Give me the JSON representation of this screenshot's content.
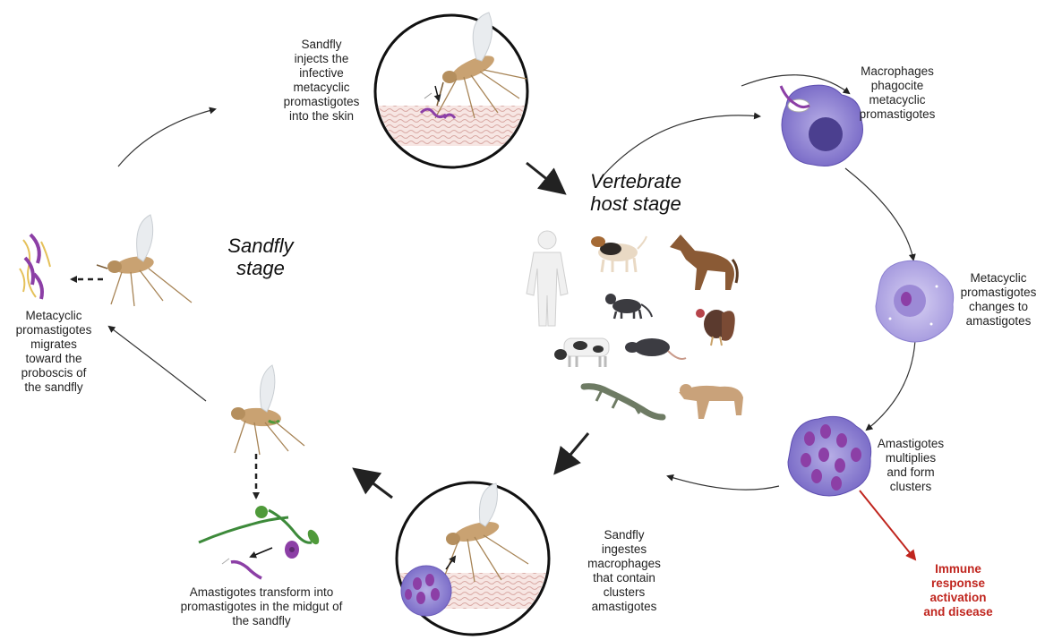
{
  "stages": {
    "sandfly": "Sandfly\nstage",
    "vertebrate": "Vertebrate\nhost stage"
  },
  "labels": {
    "inject": "Sandfly\ninjects the\ninfective\nmetacyclic\npromastigotes\ninto the skin",
    "phagocyte": "Macrophages\nphagocite\nmetacyclic\npromastigotes",
    "changes": "Metacyclic\npromastigotes\nchanges to\namastigotes",
    "multiplies": "Amastigotes\nmultiplies\nand form\nclusters",
    "immune": "Immune\nresponse\nactivation\nand disease",
    "ingests": "Sandfly\ningestes\nmacrophages\nthat contain\nclusters\namastigotes",
    "transform": "Amastigotes transform into\npromastigotes in the midgut of\nthe sandfly",
    "migrates": "Metacyclic\npromastigotes\nmigrates\ntoward the\nproboscis of\nthe sandfly"
  },
  "colors": {
    "macrophage": "#8f82d4",
    "nucleus": "#5e4fb0",
    "parasite": "#8c3fa6",
    "skin": "#f2d9d6",
    "sandfly": "#c9a272",
    "arrow": "#222222",
    "immune_arrow": "#c0251e"
  }
}
